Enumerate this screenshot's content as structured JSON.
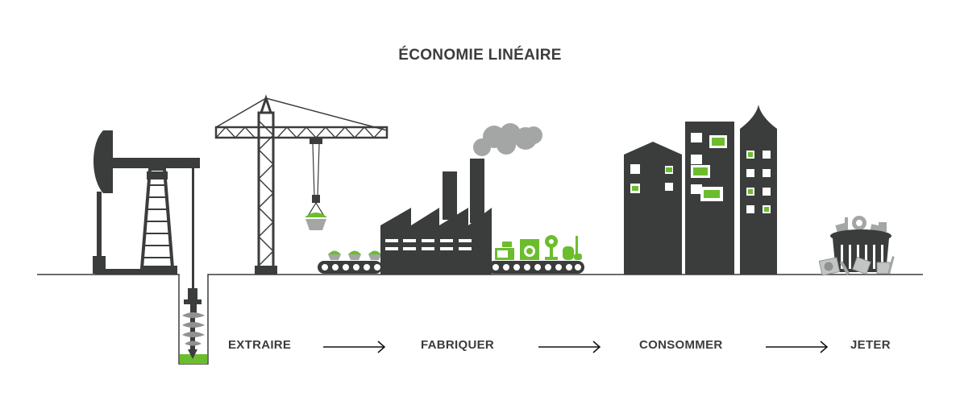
{
  "title": "ÉCONOMIE LINÉAIRE",
  "steps": [
    {
      "label": "EXTRAIRE"
    },
    {
      "label": "FABRIQUER"
    },
    {
      "label": "CONSOMMER"
    },
    {
      "label": "JETER"
    }
  ],
  "colors": {
    "dark": "#3a3d3b",
    "green": "#6cbd2e",
    "grey": "#a3a6a4",
    "light_grey": "#c3c5c3"
  }
}
